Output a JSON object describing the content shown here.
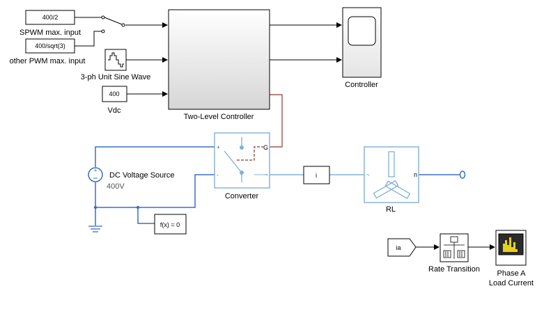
{
  "blocks": {
    "const_spwm": {
      "value": "400/2",
      "label": "SPWM max. input"
    },
    "const_other": {
      "value": "400/sqrt(3)",
      "label": "other PWM max. input"
    },
    "sine_wave": {
      "label": "3-ph Unit Sine Wave"
    },
    "vdc": {
      "value": "400",
      "label": "Vdc"
    },
    "controller_sub": {
      "label": "Two-Level Controller"
    },
    "scope": {
      "label": "Controller"
    },
    "dc_source": {
      "label": "DC Voltage Source",
      "value": "400V"
    },
    "converter": {
      "label": "Converter",
      "port_g": "G"
    },
    "current_sensor": {
      "label": "i"
    },
    "rl_load": {
      "label": "RL",
      "port_n": "n"
    },
    "solver": {
      "label": "f(x) = 0"
    },
    "from_ia": {
      "label": "ia"
    },
    "rate_transition": {
      "label": "Rate Transition"
    },
    "phase_scope": {
      "label_line1": "Phase A",
      "label_line2": "Load Current"
    }
  },
  "colors": {
    "signal": "#000000",
    "physical": "#3a6fc4",
    "physical_light": "#7fb0d4",
    "controller_link": "#8b3a2e",
    "block_border": "#000000",
    "phys_block_border": "#8ab4d6"
  }
}
